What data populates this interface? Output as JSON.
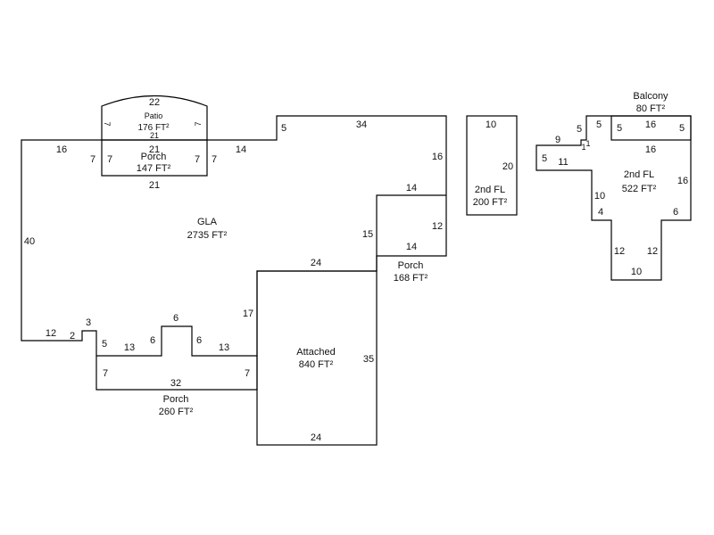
{
  "rooms": {
    "gla": {
      "name": "GLA",
      "area": "2735 FT²"
    },
    "patio": {
      "name": "Patio",
      "area": "176 FT²"
    },
    "porch_front": {
      "name": "Porch",
      "area": "147 FT²"
    },
    "porch_right": {
      "name": "Porch",
      "area": "168 FT²"
    },
    "porch_bottom": {
      "name": "Porch",
      "area": "260 FT²"
    },
    "attached": {
      "name": "Attached",
      "area": "840 FT²"
    },
    "second_fl_a": {
      "name": "2nd FL",
      "area": "200 FT²"
    },
    "second_fl_b": {
      "name": "2nd FL",
      "area": "522 FT²"
    },
    "balcony": {
      "name": "Balcony",
      "area": "80 FT²"
    }
  },
  "dims": {
    "gla_top_left": "16",
    "gla_left": "40",
    "gla_top_mid": "14",
    "gla_step": "5",
    "gla_top_right": "34",
    "gla_right_upper": "16",
    "gla_inner_top": "14",
    "gla_inner_left": "15",
    "gla_bottom_left": "12",
    "gla_notch_bottom": "2",
    "gla_notch_side": "3",
    "gla_seg_5": "5",
    "gla_seg_13a": "13",
    "gla_bump_left": "6",
    "gla_bump_top": "6",
    "gla_bump_right": "6",
    "gla_seg_13b": "13",
    "gla_garage_side": "17",
    "patio_top": "22",
    "patio_left": "7",
    "patio_right": "7",
    "patio_bottom": "21",
    "porch_front_top": "21",
    "porch_front_bottom": "21",
    "porch_front_left_out": "7",
    "porch_front_left_in": "7",
    "porch_front_right_in": "7",
    "porch_front_right_out": "7",
    "porch_right_top": "14",
    "porch_right_side": "12",
    "porch_right_bottom": "14",
    "porch_bottom_left": "7",
    "porch_bottom_right": "7",
    "porch_bottom_len": "32",
    "attached_top": "24",
    "attached_right": "35",
    "attached_bottom": "24",
    "fl2a_top": "10",
    "fl2a_side": "20",
    "fl2b_9": "9",
    "fl2b_5a": "5",
    "fl2b_1a": "1",
    "fl2b_1b": "1",
    "fl2b_5b": "5",
    "fl2b_11": "11",
    "fl2b_5c": "5",
    "fl2b_16a": "16",
    "fl2b_5d": "5",
    "fl2b_5e": "5",
    "fl2b_16b": "16",
    "fl2b_16c": "16",
    "fl2b_10a": "10",
    "fl2b_4": "4",
    "fl2b_6": "6",
    "fl2b_12a": "12",
    "fl2b_12b": "12",
    "fl2b_10b": "10"
  }
}
